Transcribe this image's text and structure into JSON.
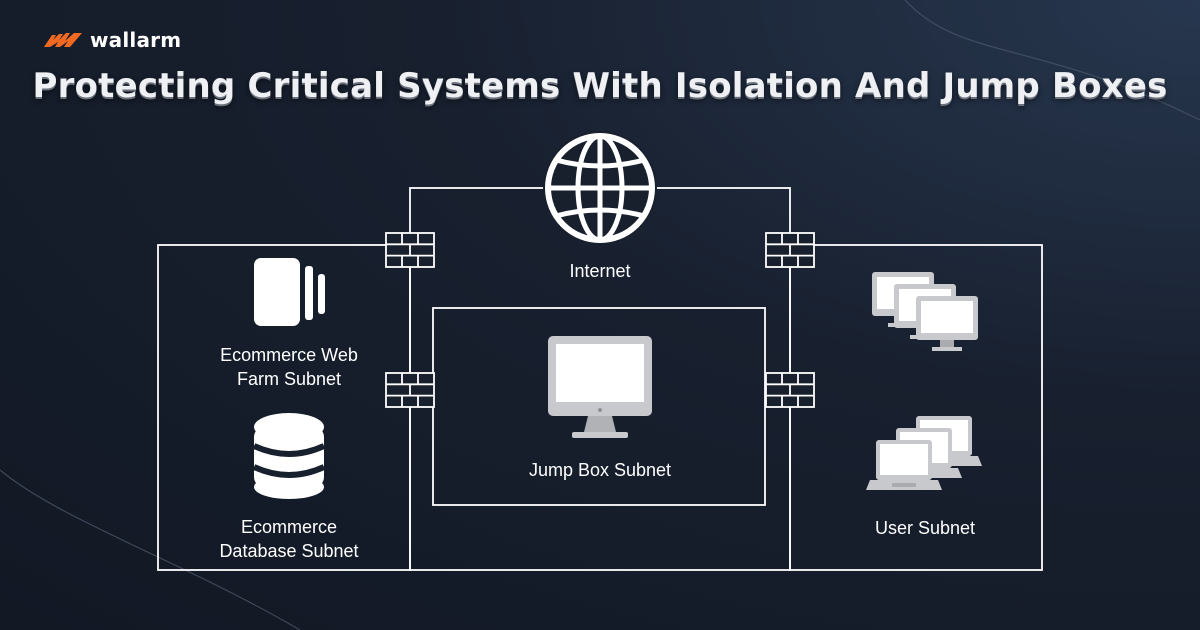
{
  "brand": {
    "name": "wallarm",
    "accent_color": "#f26a21"
  },
  "title": "Protecting Critical Systems With Isolation And Jump Boxes",
  "diagram": {
    "nodes": [
      {
        "id": "internet",
        "label": "Internet",
        "icon": "globe-icon"
      },
      {
        "id": "web-farm",
        "label": "Ecommerce Web\nFarm Subnet",
        "icon": "server-cards-icon"
      },
      {
        "id": "database",
        "label": "Ecommerce\nDatabase Subnet",
        "icon": "database-icon"
      },
      {
        "id": "jump-box",
        "label": "Jump Box Subnet",
        "icon": "monitor-icon"
      },
      {
        "id": "user",
        "label": "User Subnet",
        "icon": "computers-icon"
      }
    ],
    "firewalls": [
      {
        "id": "fw-internet-left",
        "icon": "firewall-icon"
      },
      {
        "id": "fw-internet-right",
        "icon": "firewall-icon"
      },
      {
        "id": "fw-jump-left",
        "icon": "firewall-icon"
      },
      {
        "id": "fw-jump-right",
        "icon": "firewall-icon"
      }
    ],
    "colors": {
      "line": "#ffffff",
      "device_gray": "#c8c9cc",
      "device_dark": "#8d8f94"
    }
  }
}
